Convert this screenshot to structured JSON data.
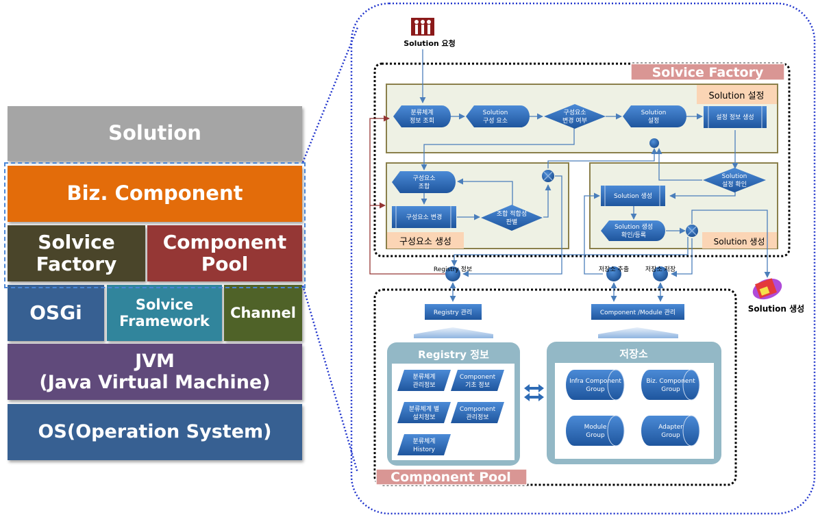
{
  "stack": {
    "solution": "Solution",
    "biz_component": "Biz. Component",
    "solvice_factory": [
      "Solvice",
      "Factory"
    ],
    "component_pool": [
      "Component",
      "Pool"
    ],
    "osgi": "OSGi",
    "solvice_framework": [
      "Solvice",
      "Framework"
    ],
    "channel": "Channel",
    "jvm": [
      "JVM",
      "(Java Virtual Machine)"
    ],
    "os": "OS(Operation System)"
  },
  "detail": {
    "request_label": "Solution 요청",
    "factory_title": "Solvice Factory",
    "pool_title": "Component Pool",
    "setup_section": "Solution 설정",
    "compose_section": "구성요소 생성",
    "create_section": "Solution 생성",
    "nodes": {
      "taxonomy_lookup": [
        "분류체계",
        "정보 조회"
      ],
      "solution_components": [
        "Solution",
        "구성 요소"
      ],
      "component_changed": [
        "구성요소",
        "변경 여부"
      ],
      "solution_setup": [
        "Solution",
        "설정"
      ],
      "setup_info_create": "설정 정보 생성",
      "component_combine": [
        "구성요소",
        "조합"
      ],
      "component_change": "구성요소 변경",
      "combine_validity": [
        "조합 적합성",
        "판별"
      ],
      "setup_confirm": [
        "Solution",
        "설정 확인"
      ],
      "solution_create": "Solution 생성",
      "create_confirm": [
        "Solution 생성",
        "확인/등록"
      ]
    },
    "connectors": {
      "registry_info": "Registry 정보",
      "repo_extract": "저장소 추출",
      "repo_store": "저장소 저장"
    },
    "output_label": "Solution 생성",
    "registry_mgmt": "Registry 관리",
    "component_mgmt": "Component /Module 관리",
    "registry_box": {
      "title": "Registry 정보",
      "items": [
        [
          "분류체계",
          "관리정보"
        ],
        [
          "Component",
          "기초 정보"
        ],
        [
          "분류체계 별",
          "설치정보"
        ],
        [
          "Component",
          "관리정보"
        ],
        [
          "분류체계",
          "History"
        ]
      ]
    },
    "repository_box": {
      "title": "저장소",
      "items": [
        [
          "Infra Component",
          "Group"
        ],
        [
          "Biz. Component",
          "Group"
        ],
        [
          "Module",
          "Group"
        ],
        [
          "Adapter",
          "Group"
        ]
      ]
    }
  },
  "colors": {
    "solution": "#a5a5a5",
    "biz": "#e46c0a",
    "factory": "#4a452a",
    "pool": "#953735",
    "osgi": "#376092",
    "framework": "#31859c",
    "channel": "#4f6228",
    "jvm": "#604a7b",
    "os": "#376092",
    "node": "#2e6bb5",
    "title_tag": "#d99694",
    "section_tag": "#fbd5b5"
  }
}
